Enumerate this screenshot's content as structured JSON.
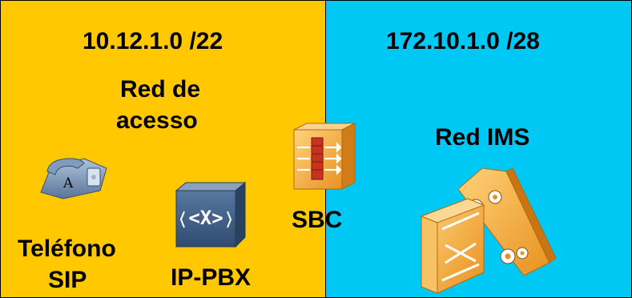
{
  "colors": {
    "access_zone": "#FFC800",
    "ims_zone": "#00C8F5",
    "device_dark": "#3E5F87",
    "device_orange": "#F2A93B"
  },
  "left_zone": {
    "subnet": "10.12.1.0 /22",
    "name_line1": "Red de",
    "name_line2": "acesso"
  },
  "right_zone": {
    "subnet": "172.10.1.0 /28",
    "name": "Red IMS"
  },
  "devices": {
    "phone_line1": "Teléfono",
    "phone_line2": "SIP",
    "phone_key": "A",
    "pbx": "IP-PBX",
    "sbc": "SBC"
  },
  "icons": {
    "phone": "sip-phone-icon",
    "pbx": "ip-pbx-icon",
    "sbc": "sbc-firewall-icon",
    "ims": "ims-core-icon"
  }
}
